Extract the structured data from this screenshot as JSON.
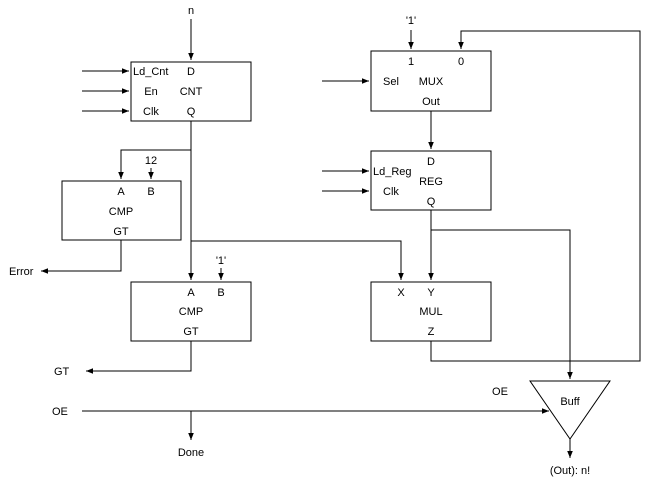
{
  "inputs": {
    "n": "n",
    "const_one_mux": "'1'",
    "const_twelve": "12",
    "const_one_cmp": "'1'",
    "oe_input": "OE"
  },
  "outputs": {
    "error": "Error",
    "gt": "GT",
    "done": "Done",
    "result": "(Out): n!"
  },
  "cnt": {
    "ld": "Ld_Cnt",
    "d": "D",
    "en": "En",
    "name": "CNT",
    "clk": "Clk",
    "q": "Q"
  },
  "mux": {
    "in1": "1",
    "in0": "0",
    "sel": "Sel",
    "name": "MUX",
    "out": "Out"
  },
  "reg": {
    "d": "D",
    "ld": "Ld_Reg",
    "name": "REG",
    "clk": "Clk",
    "q": "Q"
  },
  "cmp1": {
    "a": "A",
    "b": "B",
    "name": "CMP",
    "gt": "GT"
  },
  "cmp2": {
    "a": "A",
    "b": "B",
    "name": "CMP",
    "gt": "GT"
  },
  "mul": {
    "x": "X",
    "y": "Y",
    "name": "MUL",
    "z": "Z"
  },
  "buff": {
    "name": "Buff",
    "oe": "OE"
  }
}
